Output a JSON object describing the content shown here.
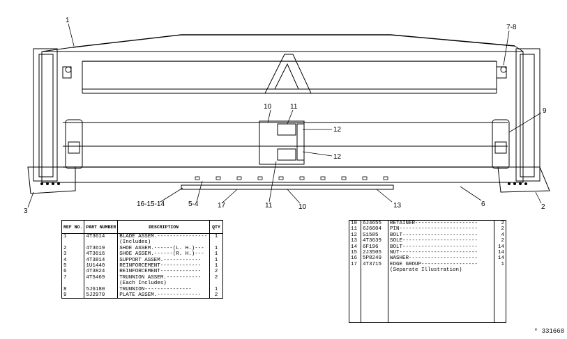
{
  "callouts": {
    "c1": "1",
    "c7_8": "7-8",
    "c9": "9",
    "c10a": "10",
    "c11a": "11",
    "c12a": "12",
    "c12b": "12",
    "c3": "3",
    "c16_15_14": "16-15-14",
    "c5_4": "5-4",
    "c17": "17",
    "c11b": "11",
    "c10b": "10",
    "c13": "13",
    "c6": "6",
    "c2": "2"
  },
  "table1": {
    "headers": {
      "ref": "REF NO.",
      "part": "PART NUMBER",
      "desc": "DESCRIPTION",
      "qty": "QTY"
    },
    "rows": [
      {
        "ref": "1",
        "part": "4T3614",
        "desc": "BLADE ASSEM.----------------",
        "qty": "1"
      },
      {
        "ref": "",
        "part": "",
        "desc": "  (Includes)",
        "qty": ""
      },
      {
        "ref": "2",
        "part": "4T3619",
        "desc": "  SHOE ASSEM.------(L. H.)---",
        "qty": "1"
      },
      {
        "ref": "3",
        "part": "4T3616",
        "desc": "  SHOE ASSEM.------(R. H.)---",
        "qty": "1"
      },
      {
        "ref": "4",
        "part": "4T3814",
        "desc": "  SUPPORT ASSEM.------------",
        "qty": "1"
      },
      {
        "ref": "5",
        "part": "1U1440",
        "desc": "  REINFORCEMENT-------------",
        "qty": "1"
      },
      {
        "ref": "6",
        "part": "4T3824",
        "desc": "  REINFORCEMENT-------------",
        "qty": "2"
      },
      {
        "ref": "7",
        "part": "4T5469",
        "desc": "  TRUNNION ASSEM.-----------",
        "qty": "2"
      },
      {
        "ref": "",
        "part": "",
        "desc": "    (Each Includes)",
        "qty": ""
      },
      {
        "ref": "8",
        "part": "5J6180",
        "desc": "    TRUNNION---------------",
        "qty": "1"
      },
      {
        "ref": "9",
        "part": "5J2970",
        "desc": "  PLATE ASSEM.--------------",
        "qty": "2"
      }
    ]
  },
  "table2": {
    "rows": [
      {
        "ref": "10",
        "part": "6J4655",
        "desc": "RETAINER--------------------",
        "qty": "2"
      },
      {
        "ref": "11",
        "part": "6J6604",
        "desc": "PIN-------------------------",
        "qty": "2"
      },
      {
        "ref": "12",
        "part": "S1585",
        "desc": "BOLT------------------------",
        "qty": "4"
      },
      {
        "ref": "13",
        "part": "4T3639",
        "desc": "SOLE------------------------",
        "qty": "2"
      },
      {
        "ref": "14",
        "part": "6F196",
        "desc": "BOLT------------------------",
        "qty": "14"
      },
      {
        "ref": "15",
        "part": "2J3505",
        "desc": "NUT-------------------------",
        "qty": "14"
      },
      {
        "ref": "16",
        "part": "5P8249",
        "desc": "WASHER----------------------",
        "qty": "14"
      },
      {
        "ref": "17",
        "part": "4T3715",
        "desc": "EDGE GROUP------------------",
        "qty": "1"
      },
      {
        "ref": "",
        "part": "",
        "desc": "  (Separate Illustration)",
        "qty": ""
      }
    ]
  },
  "ref_number": "* 331668"
}
